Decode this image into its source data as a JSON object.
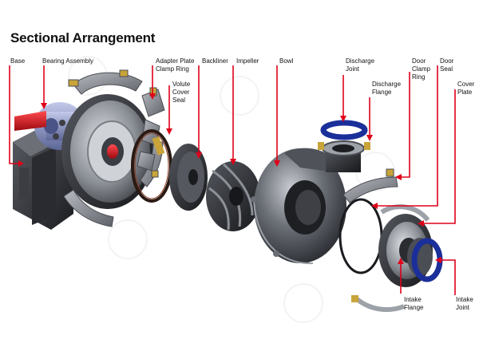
{
  "title": "Sectional Arrangement",
  "colors": {
    "leader": "#e0001a",
    "metal_dark": "#2c2e33",
    "metal_mid": "#6b6f76",
    "metal_light": "#c9ccd2",
    "seal_blue": "#1b2f9a",
    "bearing_blue": "#8f9ac6",
    "shaft_red": "#d8141c"
  },
  "labels": {
    "base": "Base",
    "bearing_assembly": "Bearing Assembly",
    "adapter_plate_clamp_ring": "Adapter Plate\nClamp Ring",
    "volute_cover_seal": "Volute\nCover\nSeal",
    "backliner": "Backliner",
    "impeller": "Impeller",
    "bowl": "Bowl",
    "discharge_joint": "Discharge\nJoint",
    "discharge_flange": "Discharge\nFlange",
    "door_clamp_ring": "Door\nClamp\nRing",
    "door_seal": "Door\nSeal",
    "cover_plate": "Cover\nPlate",
    "intake_flange": "Intake\nFlange",
    "intake_joint": "Intake\nJoint"
  }
}
